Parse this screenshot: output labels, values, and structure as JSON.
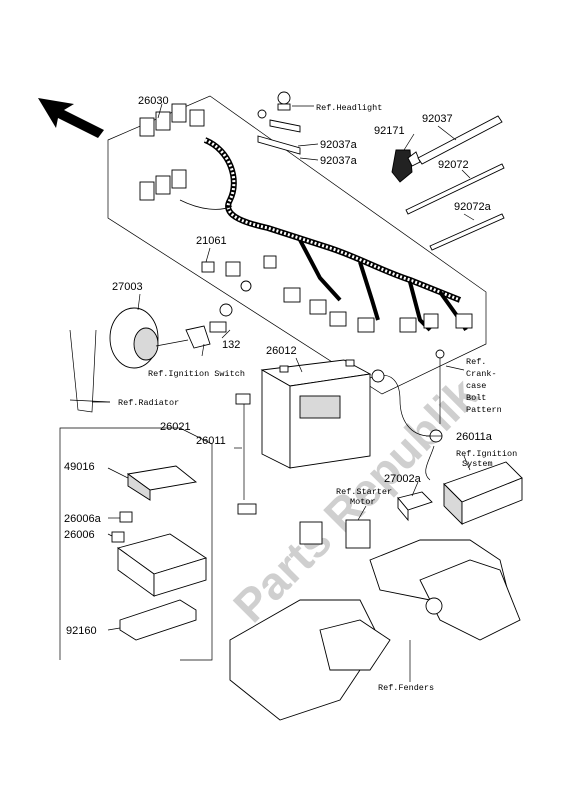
{
  "watermark": "Parts Republik",
  "part_numbers": {
    "p26030": "26030",
    "p92037": "92037",
    "p92171": "92171",
    "p92037a_1": "92037a",
    "p92037a_2": "92037a",
    "p92072": "92072",
    "p92072a": "92072a",
    "p21061": "21061",
    "p27003": "27003",
    "p132": "132",
    "p26012": "26012",
    "p26021": "26021",
    "p26011": "26011",
    "p26011a": "26011a",
    "p49016": "49016",
    "p27002a": "27002a",
    "p26006a": "26006a",
    "p26006": "26006",
    "p92160": "92160"
  },
  "references": {
    "headlight": "Ref.Headlight",
    "ignition_switch": "Ref.Ignition Switch",
    "radiator": "Ref.Radiator",
    "crankcase": [
      "Ref.",
      "Crank-",
      "case",
      "Bolt",
      "Pattern"
    ],
    "ignition_system": [
      "Ref.Ignition",
      "System"
    ],
    "starter_motor": [
      "Ref.Starter",
      "Motor"
    ],
    "fenders": "Ref.Fenders"
  }
}
